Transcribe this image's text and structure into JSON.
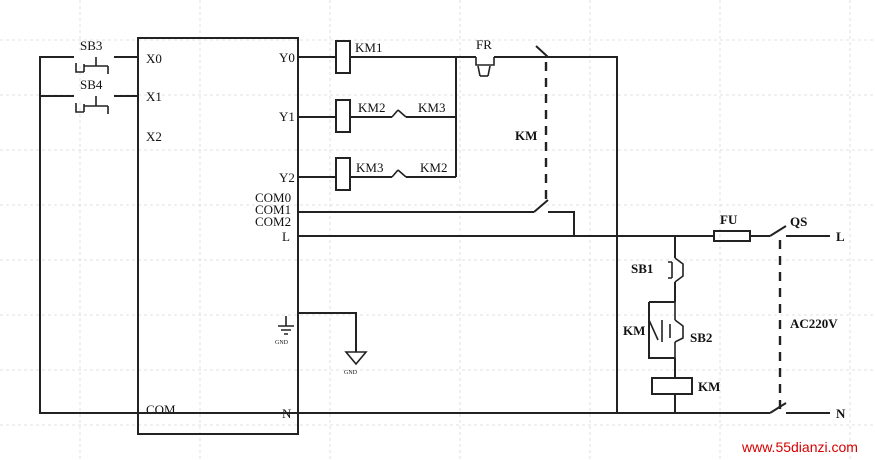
{
  "plc": {
    "inputs": [
      "X0",
      "X1",
      "X2"
    ],
    "com_in": "COM",
    "outputs": [
      "Y0",
      "Y1",
      "Y2"
    ],
    "commons": [
      "COM0",
      "COM1",
      "COM2"
    ],
    "l": "L",
    "n": "N",
    "gnd_plc": "GND",
    "gnd_ext": "GND"
  },
  "buttons": {
    "sb3": "SB3",
    "sb4": "SB4",
    "sb1": "SB1",
    "sb2": "SB2"
  },
  "coils": {
    "km1": "KM1",
    "km2": "KM2",
    "km3": "KM3",
    "km": "KM"
  },
  "interlock": {
    "y1_contact": "KM3",
    "y2_contact": "KM2"
  },
  "labels": {
    "fr": "FR",
    "km_main": "KM",
    "km_aux": "KM",
    "fu": "FU",
    "qs": "QS",
    "line_l": "L",
    "line_n": "N",
    "supply": "AC220V"
  },
  "watermark": "www.55dianzi.com"
}
